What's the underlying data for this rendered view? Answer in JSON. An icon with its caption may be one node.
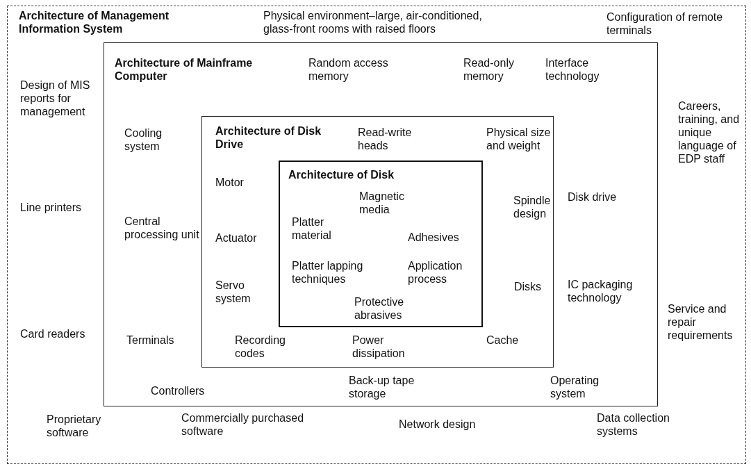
{
  "diagram": {
    "nodes": [
      {
        "text": [
          "Architecture of Management Information System",
          "Physical environment–large, air-conditioned, glass-front rooms with raised floors",
          "Configuration of remote terminals",
          "Design of MIS reports for management",
          "Careers, training, and unique language of EDP staff",
          "Line printers",
          "Card readers",
          "Service and repair requirements",
          "Proprietary software",
          "Commercially purchased software",
          "Network design",
          "Data collection systems"
        ]
      },
      {
        "text": [
          "Architecture of Mainframe Computer",
          "Random access memory",
          "Read-only memory",
          "Interface technology",
          "Cooling system",
          "Disk drive",
          "Central processing unit",
          "IC packaging technology",
          "Terminals",
          "Controllers",
          "Back-up tape storage",
          "Operating system"
        ],
        "in": 0
      },
      {
        "text": [
          "Architecture of Disk Drive",
          "Read-write heads",
          "Physical size and weight",
          "Motor",
          "Spindle design",
          "Actuator",
          "Servo system",
          "Disks",
          "Recording codes",
          "Power dissipation",
          "Cache"
        ],
        "in": 1
      },
      {
        "text": [
          "Architecture of Disk",
          "Magnetic media",
          "Platter material",
          "Adhesives",
          "Platter lapping techniques",
          "Application process",
          "Protective abrasives"
        ],
        "in": 2
      }
    ]
  }
}
